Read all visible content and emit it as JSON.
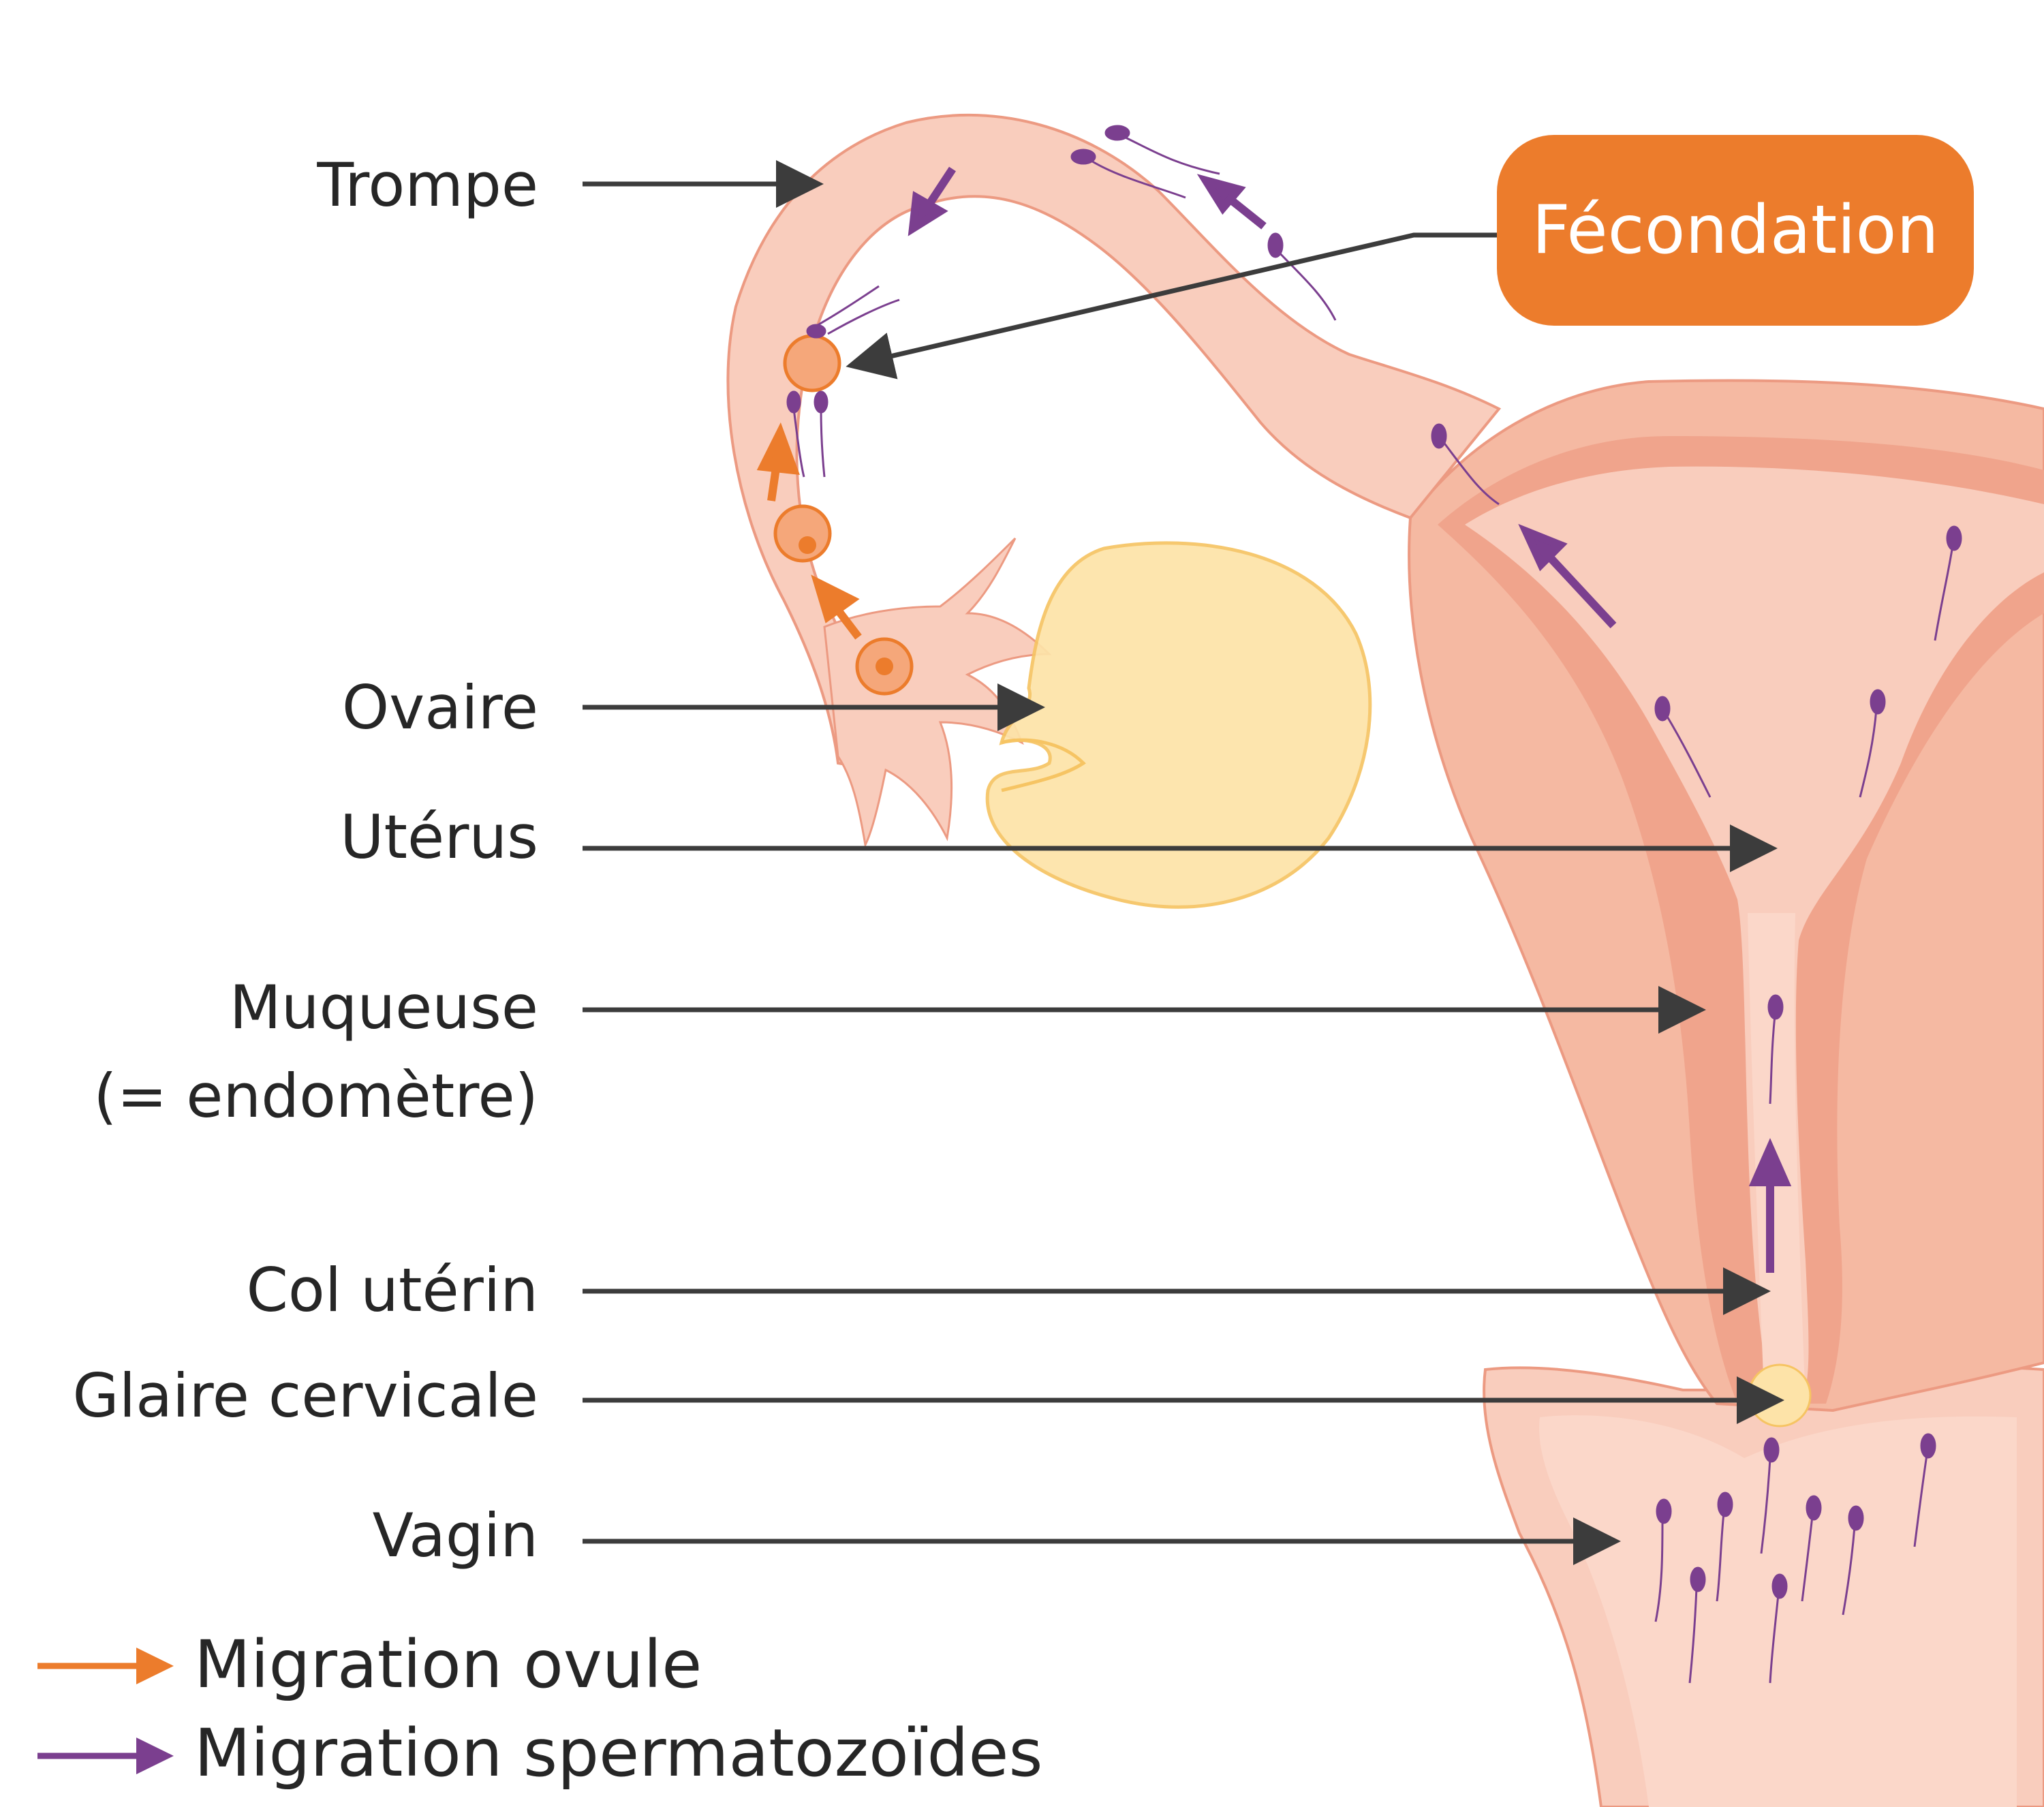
{
  "labels": {
    "trompe": "Trompe",
    "ovaire": "Ovaire",
    "uterus": "Utérus",
    "muqueuse_line1": "Muqueuse",
    "muqueuse_line2": "(= endomètre)",
    "col": "Col utérin",
    "glaire": "Glaire cervicale",
    "vagin": "Vagin"
  },
  "callout": {
    "fecondation": "Fécondation"
  },
  "legend": {
    "ovule": "Migration ovule",
    "spermatozoides": "Migration spermatozoïdes"
  },
  "colors": {
    "tissue_light": "#f9cdbd",
    "tissue_mid": "#f5b9a2",
    "tissue_dark": "#f0a48c",
    "tissue_stroke": "#ec9a82",
    "ovary_fill": "#fde3a8",
    "ovary_stroke": "#f6c463",
    "orange": "#ec7c2c",
    "purple": "#7b3f8f",
    "label_arrow": "#3c3c3c",
    "ovule_fill": "#f5a77a"
  }
}
